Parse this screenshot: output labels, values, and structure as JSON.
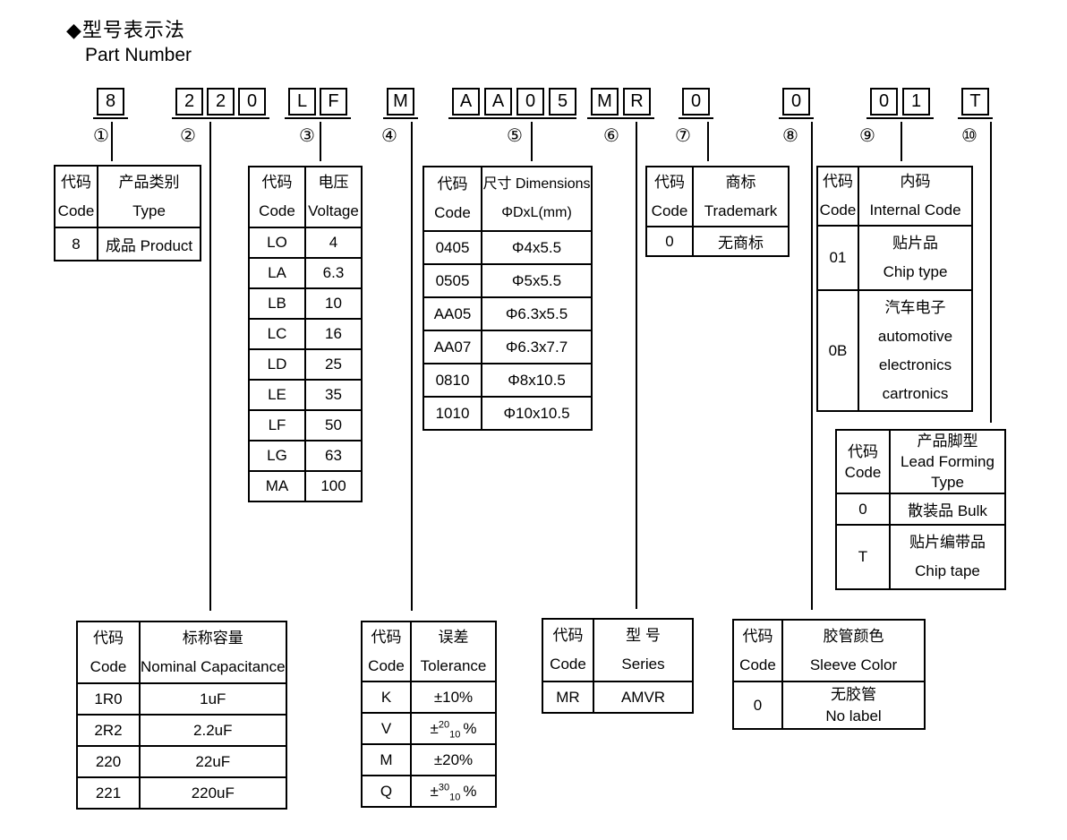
{
  "title": {
    "zh": "◆型号表示法",
    "en": "Part Number"
  },
  "pn": {
    "groups": [
      {
        "marker": "①",
        "chars": [
          "8"
        ]
      },
      {
        "marker": "②",
        "chars": [
          "2",
          "2",
          "0"
        ]
      },
      {
        "marker": "③",
        "chars": [
          "L",
          "F"
        ]
      },
      {
        "marker": "④",
        "chars": [
          "M"
        ]
      },
      {
        "marker": "⑤",
        "chars": [
          "A",
          "A",
          "0",
          "5"
        ]
      },
      {
        "marker": "⑥",
        "chars": [
          "M",
          "R"
        ]
      },
      {
        "marker": "⑦",
        "chars": [
          "0"
        ]
      },
      {
        "marker": "⑧",
        "chars": [
          "0"
        ]
      },
      {
        "marker": "⑨",
        "chars": [
          "0",
          "1"
        ]
      },
      {
        "marker": "⑩",
        "chars": [
          "T"
        ]
      }
    ]
  },
  "tables": {
    "product": {
      "header": {
        "code_zh": "代码",
        "code_en": "Code",
        "name_zh": "产品类别",
        "name_en": "Type"
      },
      "rows": [
        {
          "code": "8",
          "value": "成品 Product"
        }
      ]
    },
    "voltage": {
      "header": {
        "code_zh": "代码",
        "code_en": "Code",
        "name_zh": "电压",
        "name_en": "Voltage"
      },
      "rows": [
        {
          "code": "LO",
          "value": "4"
        },
        {
          "code": "LA",
          "value": "6.3"
        },
        {
          "code": "LB",
          "value": "10"
        },
        {
          "code": "LC",
          "value": "16"
        },
        {
          "code": "LD",
          "value": "25"
        },
        {
          "code": "LE",
          "value": "35"
        },
        {
          "code": "LF",
          "value": "50"
        },
        {
          "code": "LG",
          "value": "63"
        },
        {
          "code": "MA",
          "value": "100"
        }
      ]
    },
    "dimensions": {
      "header": {
        "code_zh": "代码",
        "code_en": "Code",
        "name_zh": "尺寸 Dimensions",
        "name_en": "ΦDxL(mm)"
      },
      "rows": [
        {
          "code": "0405",
          "value": "Φ4x5.5"
        },
        {
          "code": "0505",
          "value": "Φ5x5.5"
        },
        {
          "code": "AA05",
          "value": "Φ6.3x5.5"
        },
        {
          "code": "AA07",
          "value": "Φ6.3x7.7"
        },
        {
          "code": "0810",
          "value": "Φ8x10.5"
        },
        {
          "code": "1010",
          "value": "Φ10x10.5"
        }
      ]
    },
    "trademark": {
      "header": {
        "code_zh": "代码",
        "code_en": "Code",
        "name_zh": "商标",
        "name_en": "Trademark"
      },
      "rows": [
        {
          "code": "0",
          "value": "无商标"
        }
      ]
    },
    "internal_code": {
      "header": {
        "code_zh": "代码",
        "code_en": "Code",
        "name_zh": "内码",
        "name_en": "Internal Code"
      },
      "rows": [
        {
          "code": "01",
          "lines": [
            "贴片品",
            "Chip type"
          ]
        },
        {
          "code": "0B",
          "lines": [
            "汽车电子",
            "automotive",
            "electronics",
            "cartronics"
          ]
        }
      ]
    },
    "lead_forming": {
      "header": {
        "code_zh": "代码",
        "code_en": "Code",
        "name_lines": [
          "产品脚型",
          "Lead Forming",
          "Type"
        ]
      },
      "rows": [
        {
          "code": "0",
          "line1": "散装品 Bulk",
          "line2": ""
        },
        {
          "code": "T",
          "line1": "贴片编带品",
          "line2": "Chip tape"
        }
      ]
    },
    "capacitance": {
      "header": {
        "code_zh": "代码",
        "code_en": "Code",
        "name_zh": "标称容量",
        "name_en": "Nominal Capacitance"
      },
      "rows": [
        {
          "code": "1R0",
          "value": "1uF"
        },
        {
          "code": "2R2",
          "value": "2.2uF"
        },
        {
          "code": "220",
          "value": "22uF"
        },
        {
          "code": "221",
          "value": "220uF"
        }
      ]
    },
    "tolerance": {
      "header": {
        "code_zh": "代码",
        "code_en": "Code",
        "name_zh": "误差",
        "name_en": "Tolerance"
      },
      "rows": [
        {
          "code": "K",
          "plain": "±10%"
        },
        {
          "code": "V",
          "prefix": "±",
          "sup": "20",
          "sub": "10",
          "suffix": "%"
        },
        {
          "code": "M",
          "plain": "±20%"
        },
        {
          "code": "Q",
          "prefix": "±",
          "sup": "30",
          "sub": "10",
          "suffix": "%"
        }
      ]
    },
    "series": {
      "header": {
        "code_zh": "代码",
        "code_en": "Code",
        "name_zh": "型 号",
        "name_en": "Series"
      },
      "rows": [
        {
          "code": "MR",
          "value": "AMVR"
        }
      ]
    },
    "sleeve": {
      "header": {
        "code_zh": "代码",
        "code_en": "Code",
        "name_zh": "胶管颜色",
        "name_en": "Sleeve Color"
      },
      "rows": [
        {
          "code": "0",
          "line1": "无胶管",
          "line2": "No label"
        }
      ]
    }
  }
}
